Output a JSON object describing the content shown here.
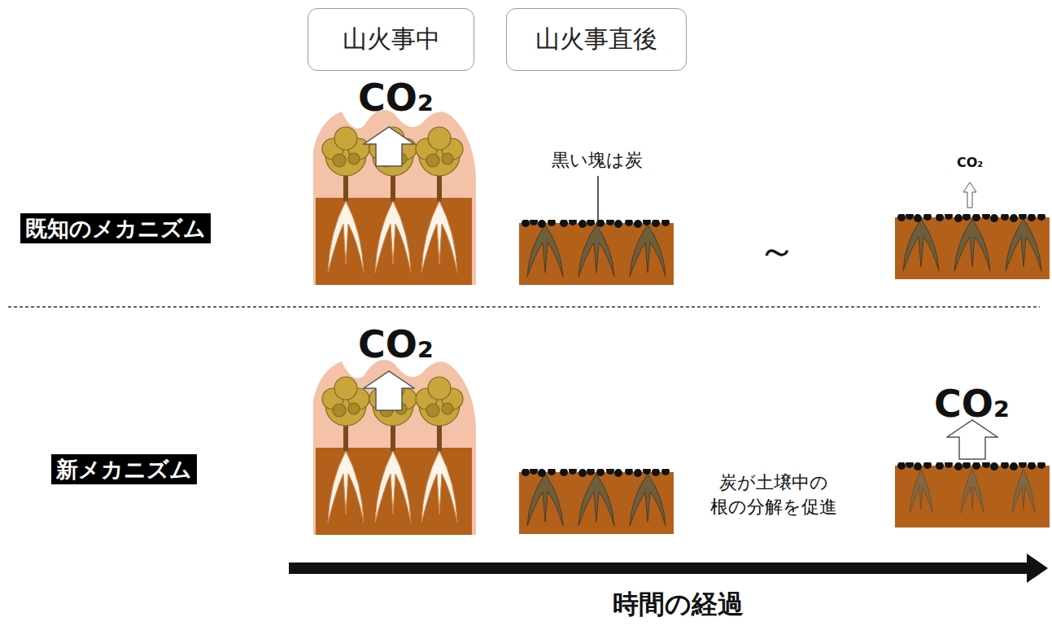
{
  "diagram": {
    "nodes": [
      {
        "text": [
          "山火事中"
        ]
      },
      {
        "text": [
          "山火事直後"
        ]
      },
      {
        "text": [
          "既知のメカニズム"
        ]
      },
      {
        "text": [
          "新メカニズム"
        ]
      }
    ],
    "labels": [
      "CO₂",
      "黒い塊は炭",
      "CO₂",
      "～",
      "CO₂",
      "炭が土壌中の 根の分解を促進",
      "CO₂",
      "時間の経過"
    ]
  }
}
